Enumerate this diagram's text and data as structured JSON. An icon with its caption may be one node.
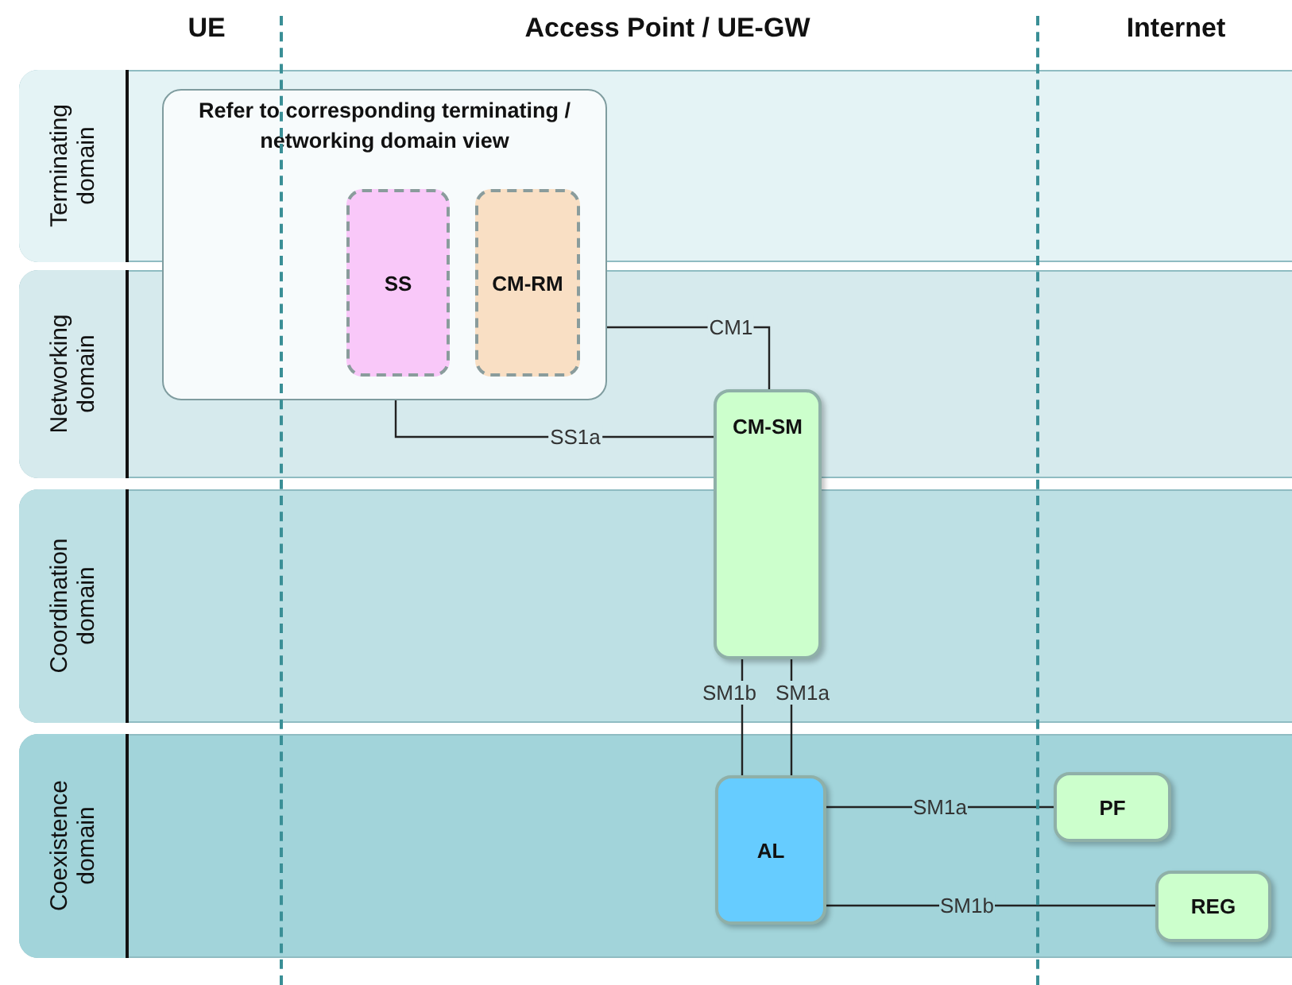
{
  "diagram": {
    "nodes": [
      {
        "text": [
          "Terminating domain"
        ]
      },
      {
        "text": [
          "Networking domain"
        ]
      },
      {
        "text": [
          "Coordination domain"
        ]
      },
      {
        "text": [
          "Coexistence domain"
        ]
      },
      {
        "text": [
          "Refer to corresponding terminating / networking domain view"
        ]
      },
      {
        "text": [
          "SS"
        ],
        "in": 4
      },
      {
        "text": [
          "CM-RM"
        ],
        "in": 4
      },
      {
        "text": [
          "CM-SM"
        ]
      },
      {
        "text": [
          "AL"
        ]
      },
      {
        "text": [
          "PF"
        ]
      },
      {
        "text": [
          "REG"
        ]
      }
    ],
    "edges": [
      {
        "from": 6,
        "to": 7,
        "arrow": "none",
        "label": "CM1"
      },
      {
        "from": 5,
        "to": 7,
        "arrow": "none",
        "label": "SS1a"
      },
      {
        "from": 7,
        "to": 8,
        "arrow": "none",
        "label": "SM1b"
      },
      {
        "from": 7,
        "to": 8,
        "arrow": "none",
        "label": "SM1a"
      },
      {
        "from": 8,
        "to": 9,
        "arrow": "none",
        "label": "SM1a"
      },
      {
        "from": 8,
        "to": 10,
        "arrow": "none",
        "label": "SM1b"
      }
    ],
    "labels": [
      "UE",
      "Access Point  /  UE-GW",
      "Internet"
    ]
  }
}
